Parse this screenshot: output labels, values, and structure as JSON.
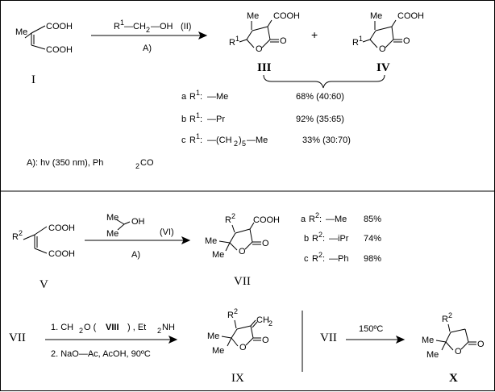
{
  "labels": {
    "me": "Me",
    "cooh": "COOH",
    "o": "O",
    "oh": "OH",
    "plus": "+",
    "r": "R",
    "sup1": "1",
    "sup2": "2",
    "ch2": "CH",
    "sub2": "2"
  },
  "compounds": {
    "I": "I",
    "II_reagent_left": "R",
    "II_reagent_mid": "—CH",
    "II_reagent_right": "—OH",
    "II_label": "(II)",
    "III": "III",
    "IV": "IV",
    "V": "V",
    "VI_label": "(VI)",
    "VII": "VII",
    "VIII": "VIII",
    "IX": "IX",
    "X": "X"
  },
  "conditions": {
    "A": "A)",
    "A_def_prefix": "A):  hν (350 nm),  Ph",
    "A_def_sub": "2",
    "A_def_suffix": "CO",
    "step1_prefix": "1.  CH",
    "step1_mid": "O  (",
    "step1_after": ")  ,  Et",
    "step1_end": "NH",
    "step2": "2.  NaO—Ac,  AcOH,   90ºC",
    "heat": "150ºC"
  },
  "table1": [
    {
      "tag": "a",
      "sub": "—Me",
      "yield": "68%  (40:60)"
    },
    {
      "tag": "b",
      "sub": "—Pr",
      "yield": "92%  (35:65)"
    },
    {
      "tag": "c",
      "sub_pre": "—(CH",
      "sub_sub": "2",
      "sub_post": ")",
      "sub_sub2": "5",
      "sub_end": "—Me",
      "yield": "33%  (30:70)"
    }
  ],
  "table2": [
    {
      "tag": "a",
      "sub": "—Me",
      "yield": "85%"
    },
    {
      "tag": "b",
      "sub": "—iPr",
      "yield": "74%"
    },
    {
      "tag": "c",
      "sub": "—Ph",
      "yield": "98%"
    }
  ]
}
